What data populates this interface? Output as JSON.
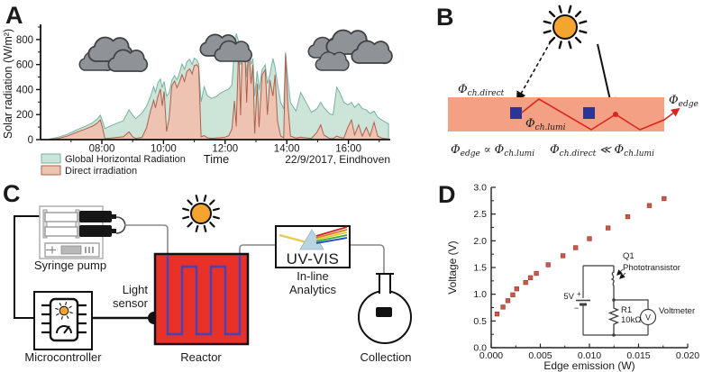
{
  "colors": {
    "slab": "#f4a084",
    "square": "#2b3598",
    "beam_red": "#d8281e",
    "reactor": "#e73129",
    "channel": "#4443b8",
    "sun": "#f3a52f",
    "cloud_fill": "#8f9397",
    "cloud_stroke": "#3e4144",
    "axis": "#1a1a1a",
    "tube": "#8a8a8a",
    "wire": "#3f3f3f"
  },
  "panelA": {
    "label": "A"
  },
  "panelB": {
    "label": "B",
    "phi": "Φ",
    "sub_direct": "ch.direct",
    "sub_lumi": "ch.lumi",
    "sub_edge": "edge",
    "prop": " ∝ ",
    "muchless": " ≪ "
  },
  "panelC": {
    "label": "C",
    "syringe_pump": "Syringe pump",
    "microcontroller": "Microcontroller",
    "light_line1": "Light",
    "light_line2": "sensor",
    "reactor": "Reactor",
    "uvvis": "UV-VIS",
    "inline1": "In-line",
    "inline2": "Analytics",
    "collection": "Collection"
  },
  "panelD": {
    "label": "D",
    "circuit": {
      "q1": "Q1",
      "name": "Phototransistor",
      "supply": "5V",
      "plus": "+",
      "minus": "−",
      "r1": "R1",
      "r1_value": "10kΩ",
      "meter": "Voltmeter",
      "meter_symbol": "V"
    }
  },
  "chart_data": [
    {
      "type": "area",
      "title": "",
      "xlabel": "Time",
      "ylabel": "Solar radiation (W/m²)",
      "annotation": "22/9/2017, Eindhoven",
      "xlim": [
        6.0,
        17.35
      ],
      "ylim": [
        0,
        900
      ],
      "x_ticks": {
        "values": [
          8,
          10,
          12,
          14,
          16
        ],
        "labels": [
          "08:00",
          "10:00",
          "12:00",
          "14:00",
          "16:00"
        ]
      },
      "x_minor": [
        7,
        9,
        11,
        13,
        15,
        17
      ],
      "y_ticks": {
        "values": [
          0,
          200,
          400,
          600,
          800
        ],
        "labels": [
          "0",
          "200",
          "400",
          "600",
          "800"
        ]
      },
      "y_minor": [
        100,
        300,
        500,
        700,
        900
      ],
      "legend_position": "bottom-left",
      "x": [
        6.3,
        6.6,
        6.9,
        7.2,
        7.5,
        7.7,
        7.85,
        7.95,
        8.02,
        8.1,
        8.3,
        8.5,
        8.7,
        8.88,
        9.0,
        9.1,
        9.3,
        9.45,
        9.58,
        9.68,
        9.74,
        9.82,
        9.9,
        9.96,
        10.02,
        10.1,
        10.18,
        10.27,
        10.36,
        10.44,
        10.52,
        10.6,
        10.68,
        10.76,
        10.85,
        10.93,
        11.0,
        11.08,
        11.14,
        11.22,
        11.32,
        11.42,
        11.55,
        11.7,
        11.85,
        12.0,
        12.12,
        12.22,
        12.3,
        12.36,
        12.44,
        12.5,
        12.56,
        12.64,
        12.7,
        12.76,
        12.84,
        12.9,
        12.96,
        13.04,
        13.1,
        13.2,
        13.3,
        13.37,
        13.45,
        13.55,
        13.62,
        13.7,
        13.8,
        13.9,
        13.96,
        14.03,
        14.12,
        14.3,
        14.45,
        14.58,
        14.8,
        14.98,
        15.1,
        15.2,
        15.38,
        15.5,
        15.62,
        15.72,
        15.85,
        15.98,
        16.1,
        16.2,
        16.33,
        16.45,
        16.58,
        16.7,
        16.83,
        16.95,
        17.08,
        17.2,
        17.3
      ],
      "series": [
        {
          "name": "Global Horizontal Radiation",
          "key": "ghi",
          "fill": "#cde4d9",
          "stroke": "#76b2a0",
          "values": [
            5,
            20,
            45,
            80,
            110,
            135,
            165,
            195,
            150,
            88,
            112,
            132,
            152,
            238,
            195,
            168,
            212,
            268,
            345,
            425,
            378,
            455,
            485,
            415,
            465,
            348,
            372,
            472,
            512,
            478,
            535,
            605,
            562,
            622,
            642,
            602,
            652,
            638,
            608,
            302,
            422,
            352,
            330,
            342,
            372,
            392,
            405,
            438,
            705,
            848,
            782,
            598,
            762,
            748,
            498,
            758,
            602,
            648,
            348,
            548,
            398,
            558,
            598,
            448,
            518,
            648,
            578,
            448,
            298,
            245,
            698,
            495,
            295,
            228,
            378,
            318,
            218,
            248,
            298,
            258,
            208,
            198,
            418,
            375,
            298,
            278,
            298,
            258,
            288,
            248,
            238,
            208,
            228,
            178,
            158,
            140,
            125
          ]
        },
        {
          "name": "Direct irradiation",
          "key": "direct",
          "fill": "#efc3b2",
          "stroke": "#ad614f",
          "values": [
            2,
            10,
            30,
            60,
            88,
            108,
            132,
            158,
            95,
            8,
            12,
            18,
            22,
            62,
            22,
            10,
            18,
            95,
            230,
            315,
            255,
            345,
            405,
            270,
            385,
            65,
            165,
            430,
            468,
            415,
            462,
            520,
            465,
            545,
            565,
            525,
            592,
            598,
            578,
            22,
            32,
            15,
            10,
            12,
            15,
            20,
            32,
            85,
            310,
            105,
            752,
            195,
            742,
            728,
            295,
            738,
            448,
            598,
            48,
            448,
            98,
            518,
            558,
            198,
            478,
            348,
            518,
            148,
            28,
            15,
            678,
            295,
            28,
            12,
            20,
            15,
            10,
            58,
            118,
            38,
            10,
            8,
            28,
            18,
            12,
            98,
            158,
            38,
            118,
            28,
            98,
            28,
            138,
            28,
            12,
            8,
            5
          ]
        }
      ]
    },
    {
      "type": "scatter",
      "title": "",
      "xlabel": "Edge emission (W)",
      "ylabel": "Voltage (V)",
      "xlim": [
        0,
        0.02
      ],
      "ylim": [
        0,
        3.0
      ],
      "x_ticks": {
        "values": [
          0,
          0.005,
          0.01,
          0.015,
          0.02
        ],
        "labels": [
          "0.000",
          "0.005",
          "0.010",
          "0.015",
          "0.020"
        ]
      },
      "x_minor": [
        0.0025,
        0.0075,
        0.0125,
        0.0175
      ],
      "y_ticks": {
        "values": [
          0,
          0.5,
          1.0,
          1.5,
          2.0,
          2.5,
          3.0
        ],
        "labels": [
          "0.0",
          "0.5",
          "1.0",
          "1.5",
          "2.0",
          "2.5",
          "3.0"
        ]
      },
      "y_minor": [
        0.25,
        0.75,
        1.25,
        1.75,
        2.25,
        2.75
      ],
      "marker": "square",
      "marker_color": "#c85a49",
      "marker_edge": "#a03a2e",
      "points": [
        [
          0.0006,
          0.63
        ],
        [
          0.0012,
          0.76
        ],
        [
          0.0017,
          0.88
        ],
        [
          0.0022,
          0.99
        ],
        [
          0.0026,
          1.1
        ],
        [
          0.0035,
          1.22
        ],
        [
          0.004,
          1.31
        ],
        [
          0.0046,
          1.39
        ],
        [
          0.0058,
          1.55
        ],
        [
          0.0073,
          1.72
        ],
        [
          0.0086,
          1.87
        ],
        [
          0.01,
          2.04
        ],
        [
          0.0119,
          2.24
        ],
        [
          0.0139,
          2.45
        ],
        [
          0.0161,
          2.66
        ],
        [
          0.0176,
          2.79
        ]
      ]
    }
  ]
}
